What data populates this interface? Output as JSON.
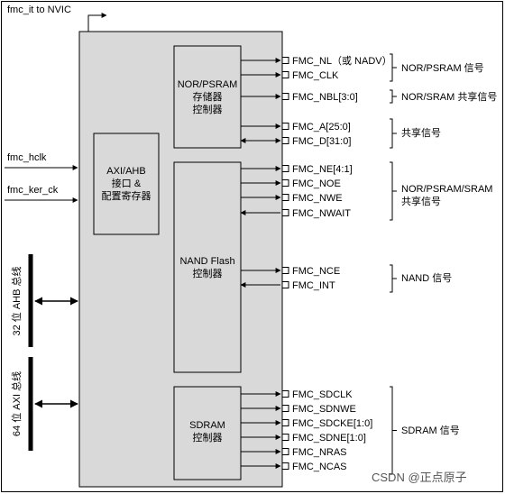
{
  "top_output": "fmc_it to NVIC",
  "clock_inputs": [
    "fmc_hclk",
    "fmc_ker_ck"
  ],
  "buses": [
    "32 位 AHB 总线",
    "64 位 AXI 总线"
  ],
  "interface_block": {
    "line1": "AXI/AHB",
    "line2": "接口 &",
    "line3": "配置寄存器"
  },
  "nor_block": {
    "line1": "NOR/PSRAM",
    "line2": "存储器",
    "line3": "控制器"
  },
  "nand_block": {
    "line1": "NAND Flash",
    "line2": "控制器"
  },
  "sdram_block": {
    "line1": "SDRAM",
    "line2": "控制器"
  },
  "signals": {
    "nl": "FMC_NL（或 NADV）",
    "clk": "FMC_CLK",
    "nbl": "FMC_NBL[3:0]",
    "a": "FMC_A[25:0]",
    "d": "FMC_D[31:0]",
    "ne": "FMC_NE[4:1]",
    "noe": "FMC_NOE",
    "nwe": "FMC_NWE",
    "nwait": "FMC_NWAIT",
    "nce": "FMC_NCE",
    "int": "FMC_INT",
    "sdclk": "FMC_SDCLK",
    "sdnwe": "FMC_SDNWE",
    "sdcke": "FMC_SDCKE[1:0]",
    "sdne": "FMC_SDNE[1:0]",
    "nras": "FMC_NRAS",
    "ncas": "FMC_NCAS"
  },
  "groups": {
    "nor_psram": "NOR/PSRAM 信号",
    "nor_sram_shared": "NOR/SRAM 共享信号",
    "shared": "共享信号",
    "nor_psram_sram_1": "NOR/PSRAM/SRAM",
    "nor_psram_sram_2": "共享信号",
    "nand": "NAND 信号",
    "sdram": "SDRAM 信号"
  },
  "watermark": "CSDN @正点原子"
}
